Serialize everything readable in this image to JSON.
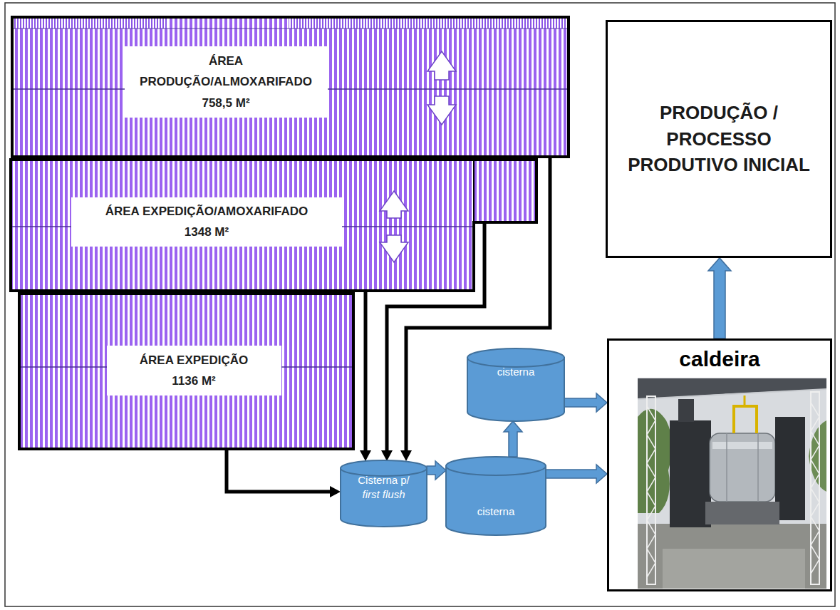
{
  "diagram": {
    "nodes": [
      {
        "text": [
          "ÁREA PRODUÇÃO/ALMOXARIFADO",
          "758,5 M²"
        ]
      },
      {
        "text": [
          "PRODUÇÃO / PROCESSO PRODUTIVO INICIAL"
        ]
      },
      {
        "text": [
          "ÁREA EXPEDIÇÃO/AMOXARIFADO",
          "1348 M²"
        ]
      },
      {
        "text": [
          "ÁREA EXPEDIÇÃO",
          "1136 M²"
        ]
      },
      {
        "text": [
          "cisterna"
        ]
      },
      {
        "text": [
          "caldeira"
        ]
      },
      {
        "text": [
          "Cisterna p/ first flush"
        ]
      },
      {
        "text": [
          "cisterna"
        ]
      }
    ],
    "edges": [
      {
        "from": 0,
        "to": 6,
        "arrow": "to"
      },
      {
        "from": 2,
        "to": 6,
        "arrow": "to"
      },
      {
        "from": 2,
        "to": 6,
        "arrow": "to"
      },
      {
        "from": 3,
        "to": 6,
        "arrow": "to"
      },
      {
        "from": 6,
        "to": 7,
        "arrow": "to"
      },
      {
        "from": 7,
        "to": 4,
        "arrow": "to"
      },
      {
        "from": 4,
        "to": 5,
        "arrow": "to"
      },
      {
        "from": 7,
        "to": 5,
        "arrow": "to"
      },
      {
        "from": 5,
        "to": 1,
        "arrow": "to"
      }
    ]
  }
}
